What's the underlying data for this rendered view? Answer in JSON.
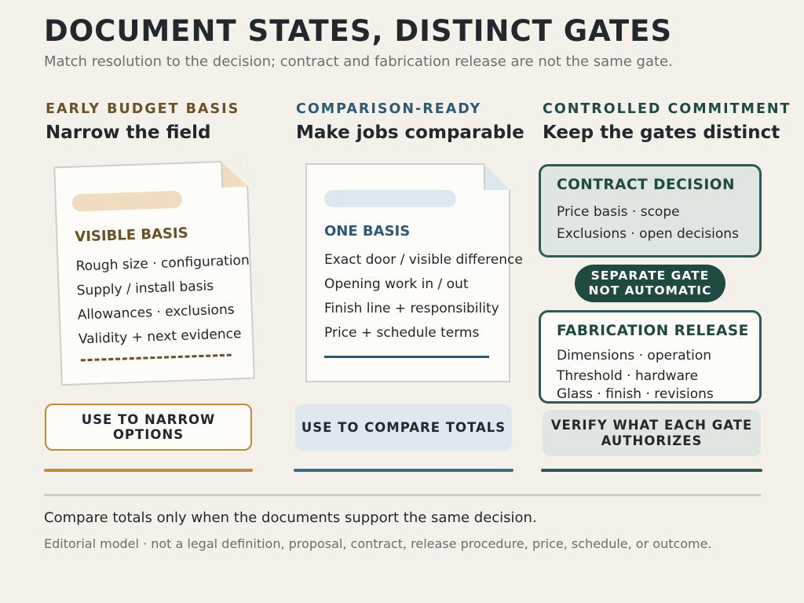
{
  "header": {
    "title": "DOCUMENT STATES, DISTINCT GATES",
    "subtitle": "Match resolution to the decision; contract and fabrication release are not the same gate."
  },
  "colors": {
    "background": "#f4f1eb",
    "budget_accent": "#6b5128",
    "budget_orange": "#c0893f",
    "comparison_accent": "#2e5a73",
    "comparison_blue": "#3a6a86",
    "commitment_accent": "#1f4a42",
    "text": "#23282d",
    "muted": "#6b6e70"
  },
  "columns": {
    "budget": {
      "kicker": "EARLY BUDGET BASIS",
      "heading": "Narrow the field",
      "doc_title": "VISIBLE BASIS",
      "lines": [
        "Rough size · configuration",
        "Supply / install basis",
        "Allowances · exclusions",
        "Validity + next evidence"
      ],
      "button": "USE TO NARROW OPTIONS"
    },
    "comparison": {
      "kicker": "COMPARISON-READY",
      "heading": "Make jobs comparable",
      "doc_title": "ONE BASIS",
      "lines": [
        "Exact door / visible difference",
        "Opening work in / out",
        "Finish line + responsibility",
        "Price + schedule terms"
      ],
      "button": "USE TO COMPARE TOTALS"
    },
    "commitment": {
      "kicker": "CONTROLLED COMMITMENT",
      "heading": "Keep the gates distinct",
      "contract": {
        "title": "CONTRACT DECISION",
        "lines": [
          "Price basis · scope",
          "Exclusions · open decisions"
        ]
      },
      "badge": {
        "line1": "SEPARATE GATE",
        "line2": "NOT AUTOMATIC"
      },
      "release": {
        "title": "FABRICATION RELEASE",
        "lines": [
          "Dimensions · operation",
          "Threshold · hardware",
          "Glass · finish · revisions"
        ]
      },
      "button_line1": "VERIFY WHAT EACH GATE",
      "button_line2": "AUTHORIZES"
    }
  },
  "footer": {
    "main": "Compare totals only when the documents support the same decision.",
    "note": "Editorial model · not a legal definition, proposal, contract, release procedure, price, schedule, or outcome."
  }
}
